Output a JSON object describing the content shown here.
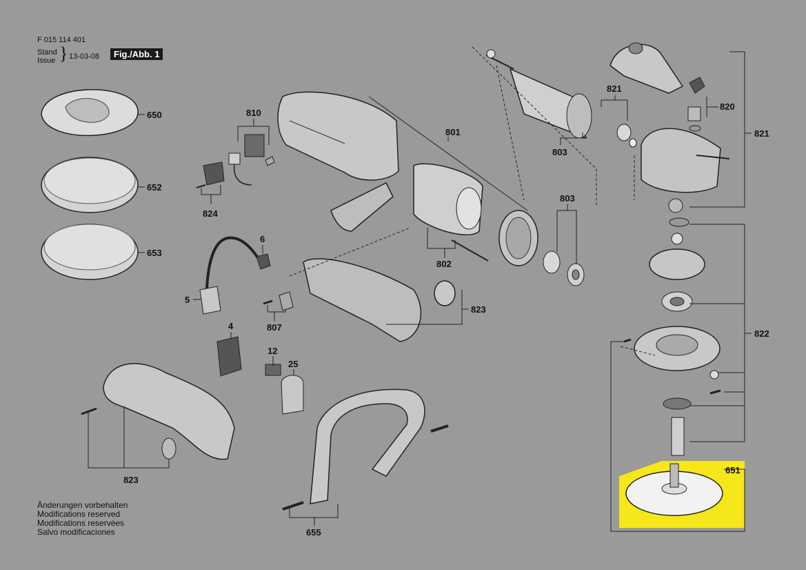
{
  "header": {
    "doc_number": "F 015 114 401",
    "stand": "Stand",
    "issue": "Issue",
    "date": "13-03-08",
    "fig": "Fig./Abb. 1"
  },
  "notes": [
    "Änderungen vorbehalten",
    "Modifications reserved",
    "Modifications reservées",
    "Salvo modificaciones"
  ],
  "labels": {
    "l650": "650",
    "l652": "652",
    "l653": "653",
    "l810": "810",
    "l824": "824",
    "l801": "801",
    "l803a": "803",
    "l803b": "803",
    "l821a": "821",
    "l820": "820",
    "l821b": "821",
    "l6": "6",
    "l5": "5",
    "l807": "807",
    "l802": "802",
    "l823a": "823",
    "l4": "4",
    "l12": "12",
    "l25": "25",
    "l823b": "823",
    "l655": "655",
    "l822": "822",
    "l651": "651"
  },
  "colors": {
    "background": "#9a9a9a",
    "part_fill": "#c8c8c8",
    "part_dark": "#4a4a4a",
    "line": "#222222",
    "highlight": "#f5e71a"
  }
}
